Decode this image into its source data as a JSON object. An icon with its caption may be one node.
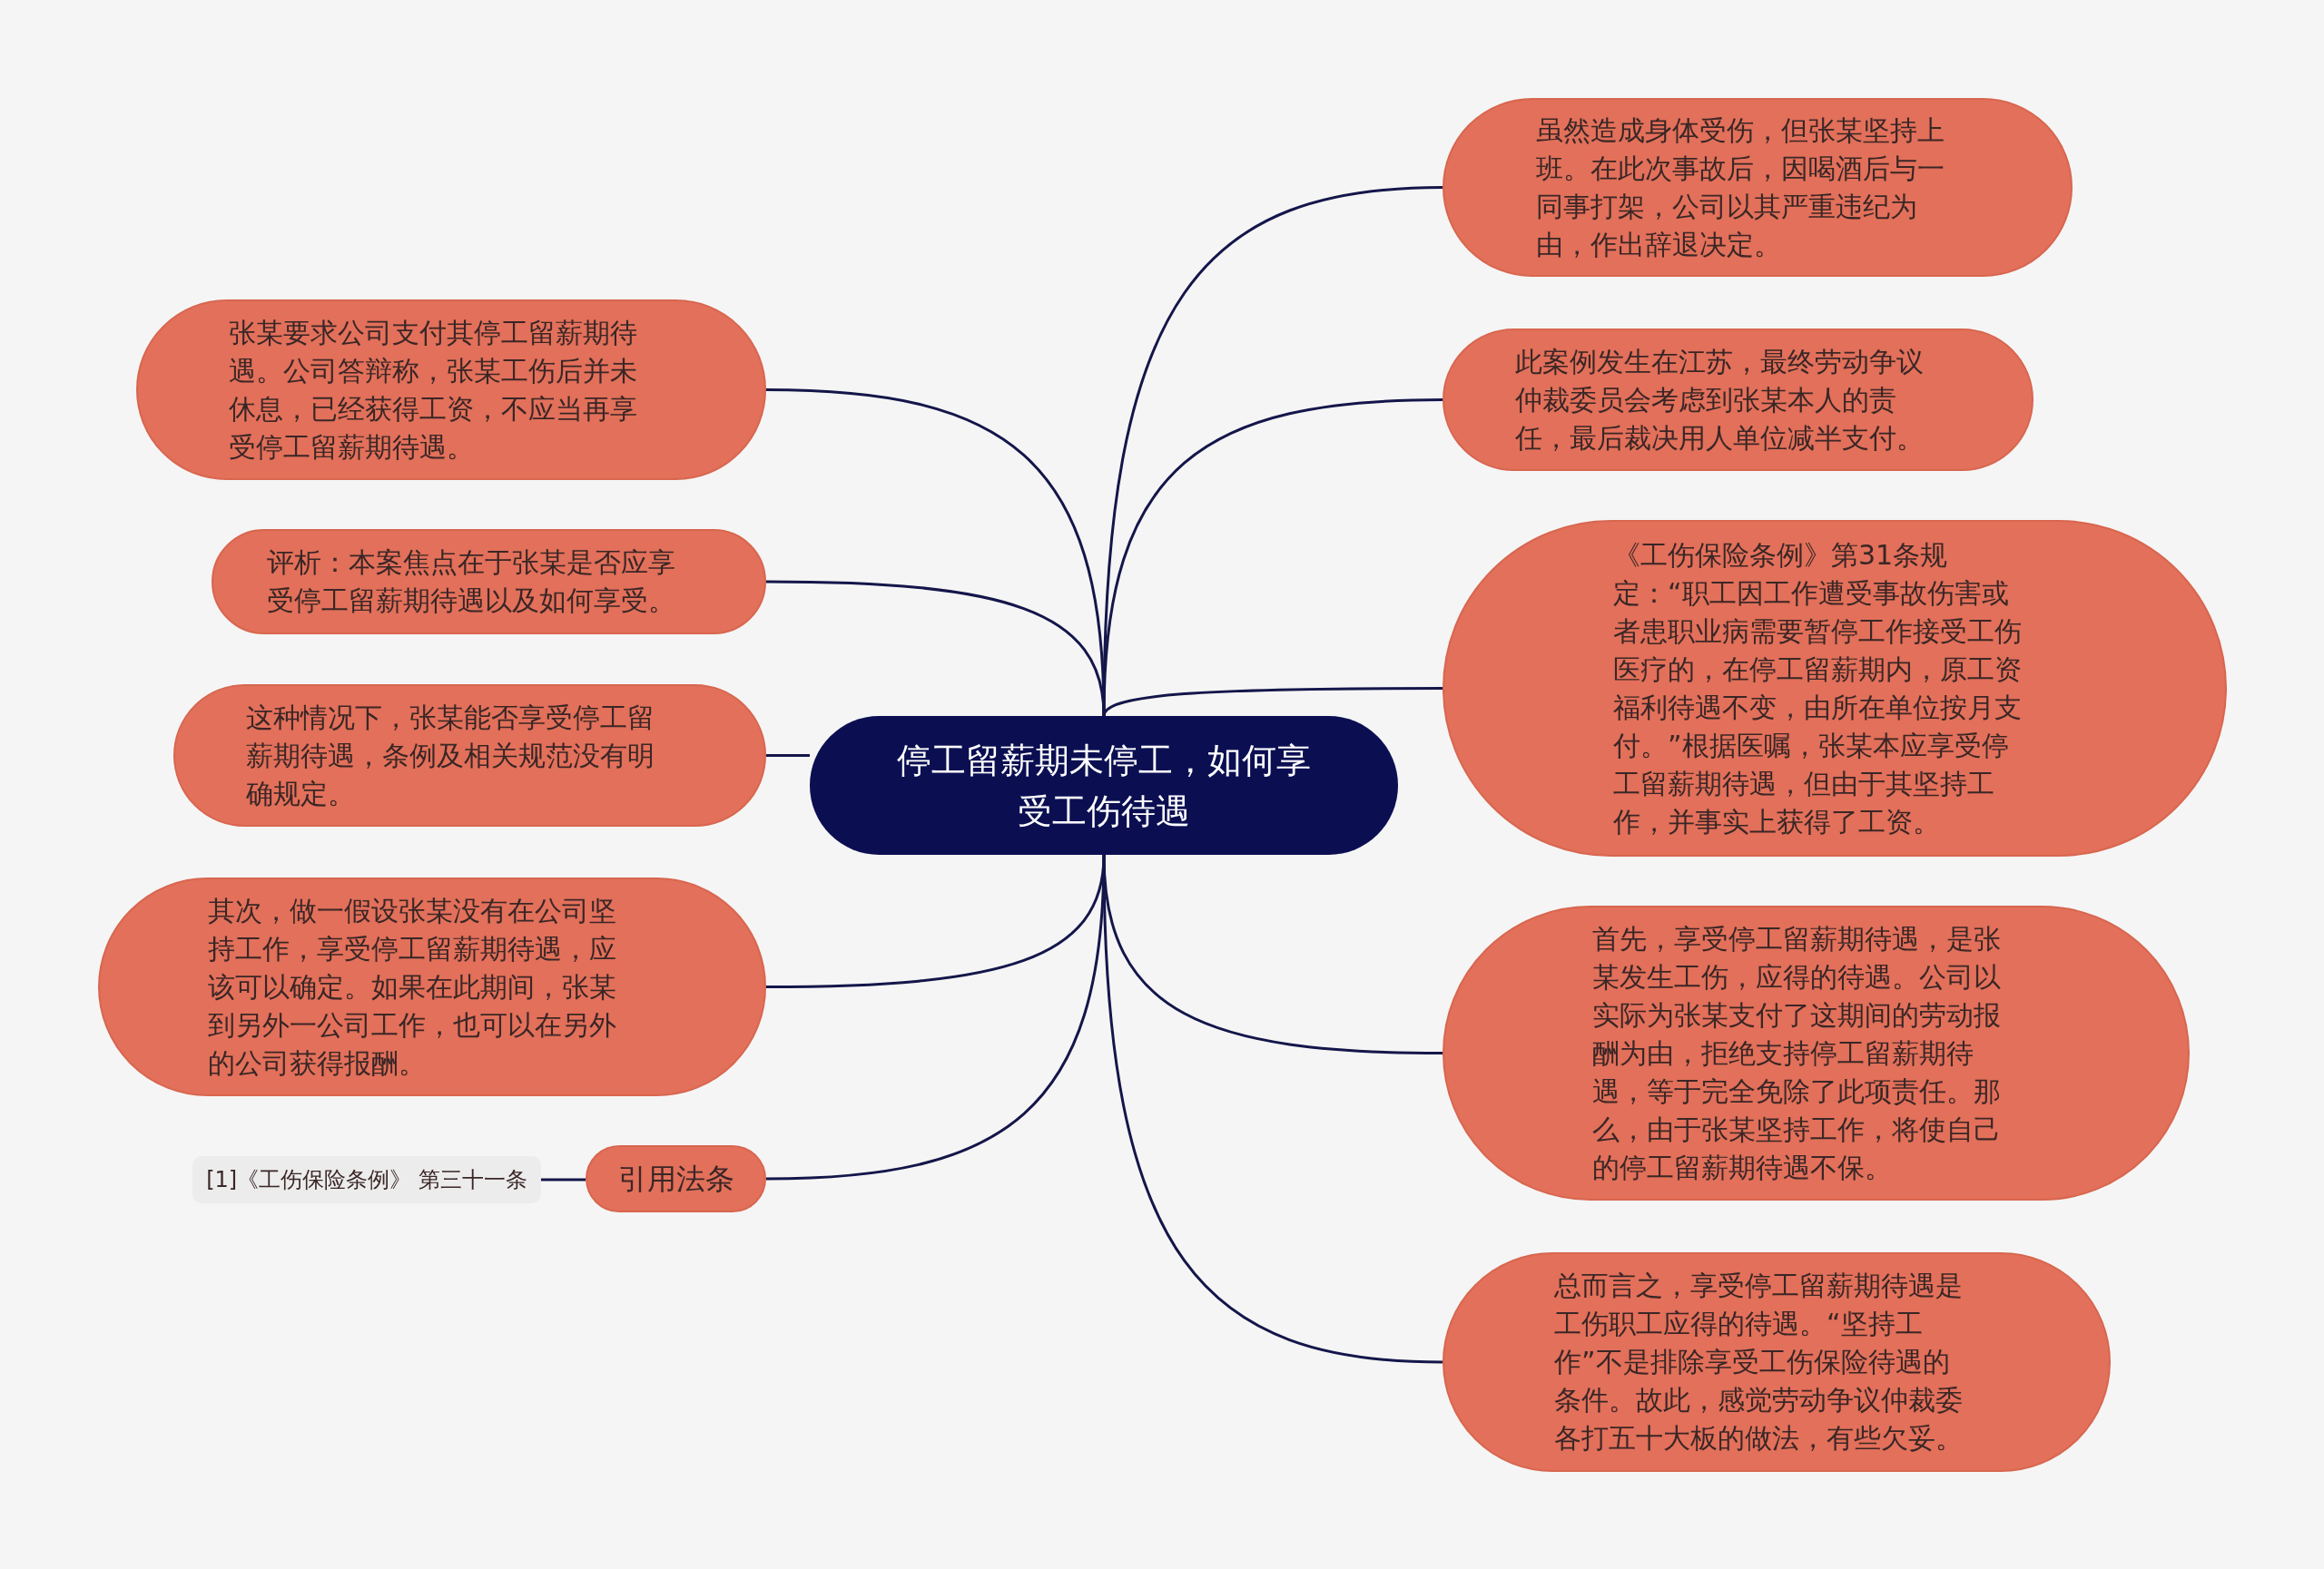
{
  "diagram": {
    "nodes": [
      {
        "text": [
          "停工留薪期未停工，如何享受工伤待遇"
        ]
      },
      {
        "text": [
          "虽然造成身体受伤，但张某坚持上班。在此次事故后，因喝酒后与一同事打架，公司以其严重违纪为由，作出辞退决定。"
        ]
      },
      {
        "text": [
          "此案例发生在江苏，最终劳动争议仲裁委员会考虑到张某本人的责任，最后裁决用人单位减半支付。"
        ]
      },
      {
        "text": [
          "《工伤保险条例》第31条规定：“职工因工作遭受事故伤害或者患职业病需要暂停工作接受工伤医疗的，在停工留薪期内，原工资福利待遇不变，由所在单位按月支付。”根据医嘱，张某本应享受停工留薪期待遇，但由于其坚持工作，并事实上获得了工资。"
        ]
      },
      {
        "text": [
          "首先，享受停工留薪期待遇，是张某发生工伤，应得的待遇。公司以实际为张某支付了这期间的劳动报酬为由，拒绝支持停工留薪期待遇，等于完全免除了此项责任。那么，由于张某坚持工作，将使自己的停工留薪期待遇不保。"
        ]
      },
      {
        "text": [
          "总而言之，享受停工留薪期待遇是工伤职工应得的待遇。“坚持工作”不是排除享受工伤保险待遇的条件。故此，感觉劳动争议仲裁委各打五十大板的做法，有些欠妥。"
        ]
      },
      {
        "text": [
          "张某要求公司支付其停工留薪期待遇。公司答辩称，张某工伤后并未休息，已经获得工资，不应当再享受停工留薪期待遇。"
        ]
      },
      {
        "text": [
          "评析：本案焦点在于张某是否应享受停工留薪期待遇以及如何享受。"
        ]
      },
      {
        "text": [
          "这种情况下，张某能否享受停工留薪期待遇，条例及相关规范没有明确规定。"
        ]
      },
      {
        "text": [
          "其次，做一假设张某没有在公司坚持工作，享受停工留薪期待遇，应该可以确定。如果在此期间，张某到另外一公司工作，也可以在另外的公司获得报酬。"
        ]
      },
      {
        "text": [
          "引用法条"
        ]
      },
      {
        "text": [
          "[1]《工伤保险条例》 第三十一条"
        ]
      }
    ],
    "edges": [
      {
        "from": 0,
        "to": 1,
        "arrow": "none"
      },
      {
        "from": 0,
        "to": 2,
        "arrow": "none"
      },
      {
        "from": 0,
        "to": 3,
        "arrow": "none"
      },
      {
        "from": 0,
        "to": 4,
        "arrow": "none"
      },
      {
        "from": 0,
        "to": 5,
        "arrow": "none"
      },
      {
        "from": 0,
        "to": 6,
        "arrow": "none"
      },
      {
        "from": 0,
        "to": 7,
        "arrow": "none"
      },
      {
        "from": 0,
        "to": 8,
        "arrow": "none"
      },
      {
        "from": 0,
        "to": 9,
        "arrow": "none"
      },
      {
        "from": 0,
        "to": 10,
        "arrow": "none"
      },
      {
        "from": 10,
        "to": 11,
        "arrow": "none"
      }
    ]
  }
}
